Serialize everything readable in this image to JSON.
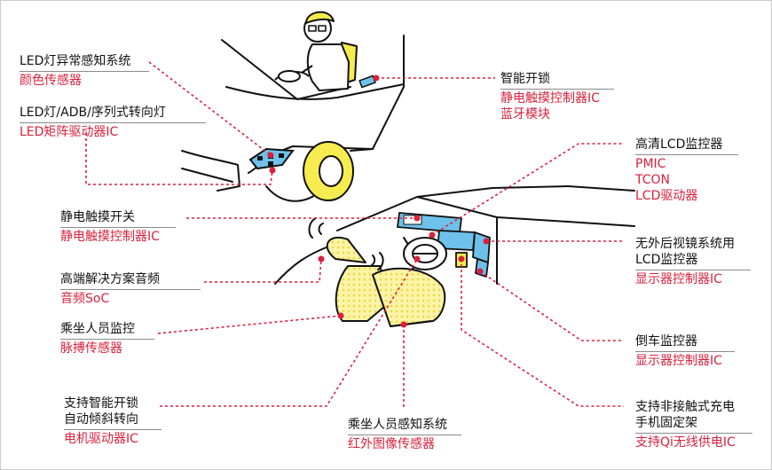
{
  "colors": {
    "accent_red": "#d9213b",
    "highlight_yellow": "#f7ec4f",
    "seat_yellow": "#fbf4a8",
    "screen_blue": "#6ec1ea",
    "line": "#111111",
    "divider": "#8a8a8a"
  },
  "icons": [
    "driver-figure",
    "steering-wheel",
    "headlight",
    "wheel",
    "seat",
    "dashboard-screen",
    "signal-arcs"
  ],
  "labels": {
    "led_abnormal": {
      "title": "LED灯异常感知系统",
      "sub": [
        "颜色传感器"
      ]
    },
    "led_adb": {
      "title": "LED灯/ADB/序列式转向灯",
      "sub": [
        "LED矩阵驱动器IC"
      ]
    },
    "touch_switch": {
      "title": "静电触摸开关",
      "sub": [
        "静电触摸控制器IC"
      ]
    },
    "audio": {
      "title": "高端解决方案音频",
      "sub": [
        "音频SoC"
      ]
    },
    "occupant_monitor": {
      "title": "乘坐人员监控",
      "sub": [
        "脉搏传感器"
      ]
    },
    "smart_tilt": {
      "title": [
        "支持智能开锁",
        "自动倾斜转向"
      ],
      "sub": [
        "电机驱动器IC"
      ]
    },
    "occupant_sensing": {
      "title": "乘坐人员感知系统",
      "sub": [
        "红外图像传感器"
      ]
    },
    "smart_unlock": {
      "title": "智能开锁",
      "sub": [
        "静电触摸控制器IC",
        "蓝牙模块"
      ]
    },
    "hd_lcd": {
      "title": "高清LCD监控器",
      "sub": [
        "PMIC",
        "TCON",
        "LCD驱动器"
      ]
    },
    "mirrorless": {
      "title": [
        "无外后视镜系统用",
        "LCD监控器"
      ],
      "sub": [
        "显示器控制器IC"
      ]
    },
    "reverse": {
      "title": "倒车监控器",
      "sub": [
        "显示器控制器IC"
      ]
    },
    "wireless_charge": {
      "title": [
        "支持非接触式充电",
        "手机固定架"
      ],
      "sub": [
        "支持Qi无线供电IC"
      ]
    }
  }
}
